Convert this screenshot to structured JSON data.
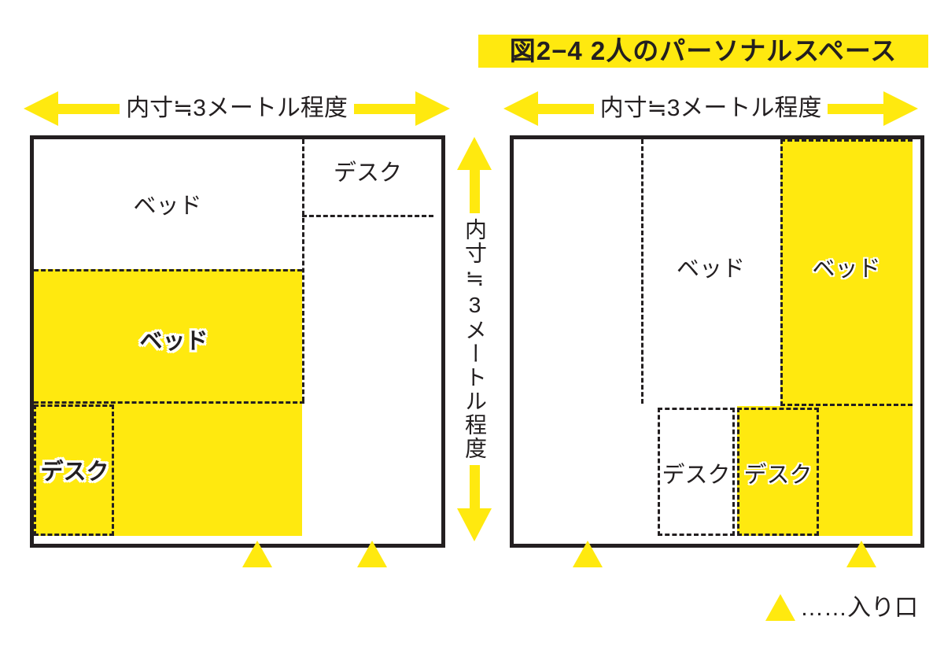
{
  "figure": {
    "title": "図2−4 2人のパーソナルスペース"
  },
  "dimensions": {
    "left_room_width_label": "内寸≒3メートル程度",
    "right_room_width_label": "内寸≒3メートル程度",
    "height_label": "内寸≒3メートル程度"
  },
  "rooms": [
    {
      "name": "left room",
      "bed_white": "ベッド",
      "desk_white": "デスク",
      "bed_yellow": "ベッド",
      "desk_yellow": "デスク"
    },
    {
      "name": "right room",
      "bed_white": "ベッド",
      "bed_yellow": "ベッド",
      "desk_white": "デスク",
      "desk_yellow": "デスク"
    }
  ],
  "legend": {
    "entrance_text": "……入り口"
  },
  "colors": {
    "highlight_yellow": "#ffe90f",
    "ink_black": "#231f20"
  }
}
